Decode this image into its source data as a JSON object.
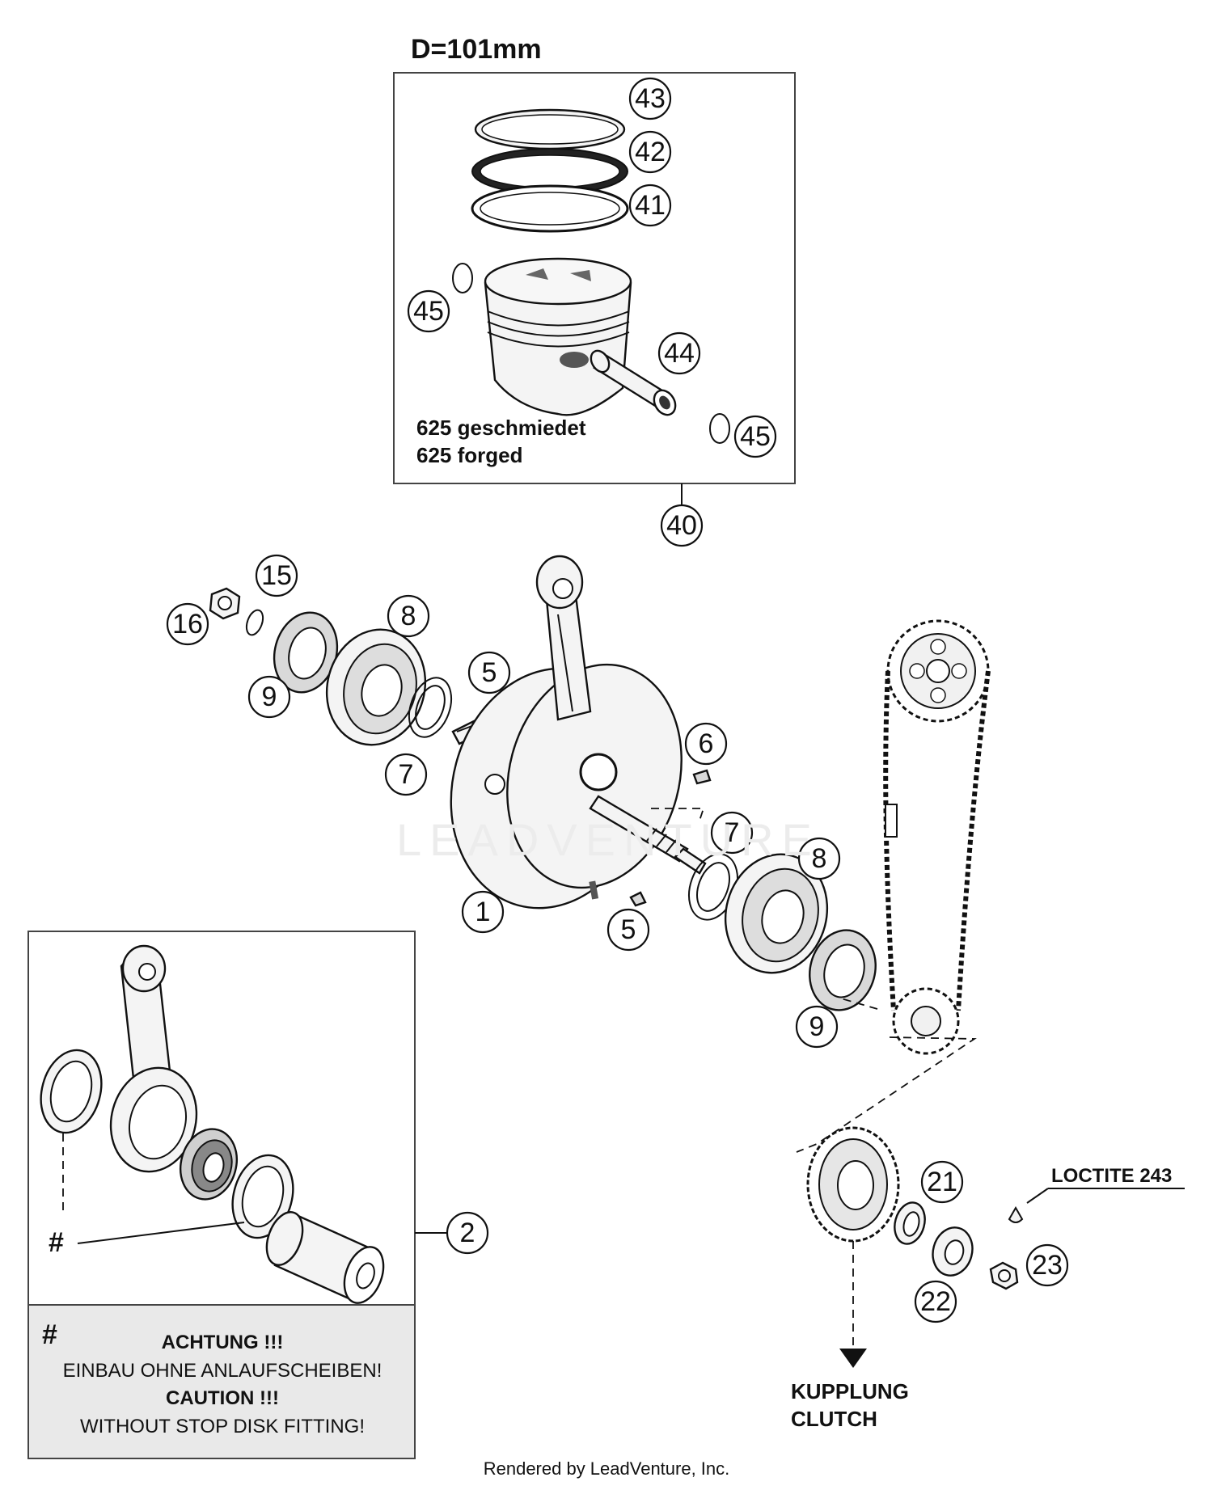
{
  "piston_kit": {
    "title": "D=101mm",
    "note_line1": "625 geschmiedet",
    "note_line2": "625 forged"
  },
  "callouts": {
    "c43": "43",
    "c42": "42",
    "c41": "41",
    "c45a": "45",
    "c44": "44",
    "c45b": "45",
    "c40": "40",
    "c15": "15",
    "c16": "16",
    "c8a": "8",
    "c9a": "9",
    "c5a": "5",
    "c7a": "7",
    "c6": "6",
    "c7b": "7",
    "c8b": "8",
    "c1": "1",
    "c5b": "5",
    "c9b": "9",
    "c2": "2",
    "c21": "21",
    "c22": "22",
    "c23": "23"
  },
  "labels": {
    "loctite": "LOCTITE 243",
    "clutch_de": "KUPPLUNG",
    "clutch_en": "CLUTCH",
    "hash_marker": "#"
  },
  "warning": {
    "symbol": "#",
    "line1": "ACHTUNG !!!",
    "line2": "EINBAU OHNE ANLAUFSCHEIBEN!",
    "line3": "CAUTION !!!",
    "line4": "WITHOUT STOP DISK FITTING!"
  },
  "watermark": "LEADVENTURE",
  "footer": "Rendered by LeadVenture, Inc."
}
